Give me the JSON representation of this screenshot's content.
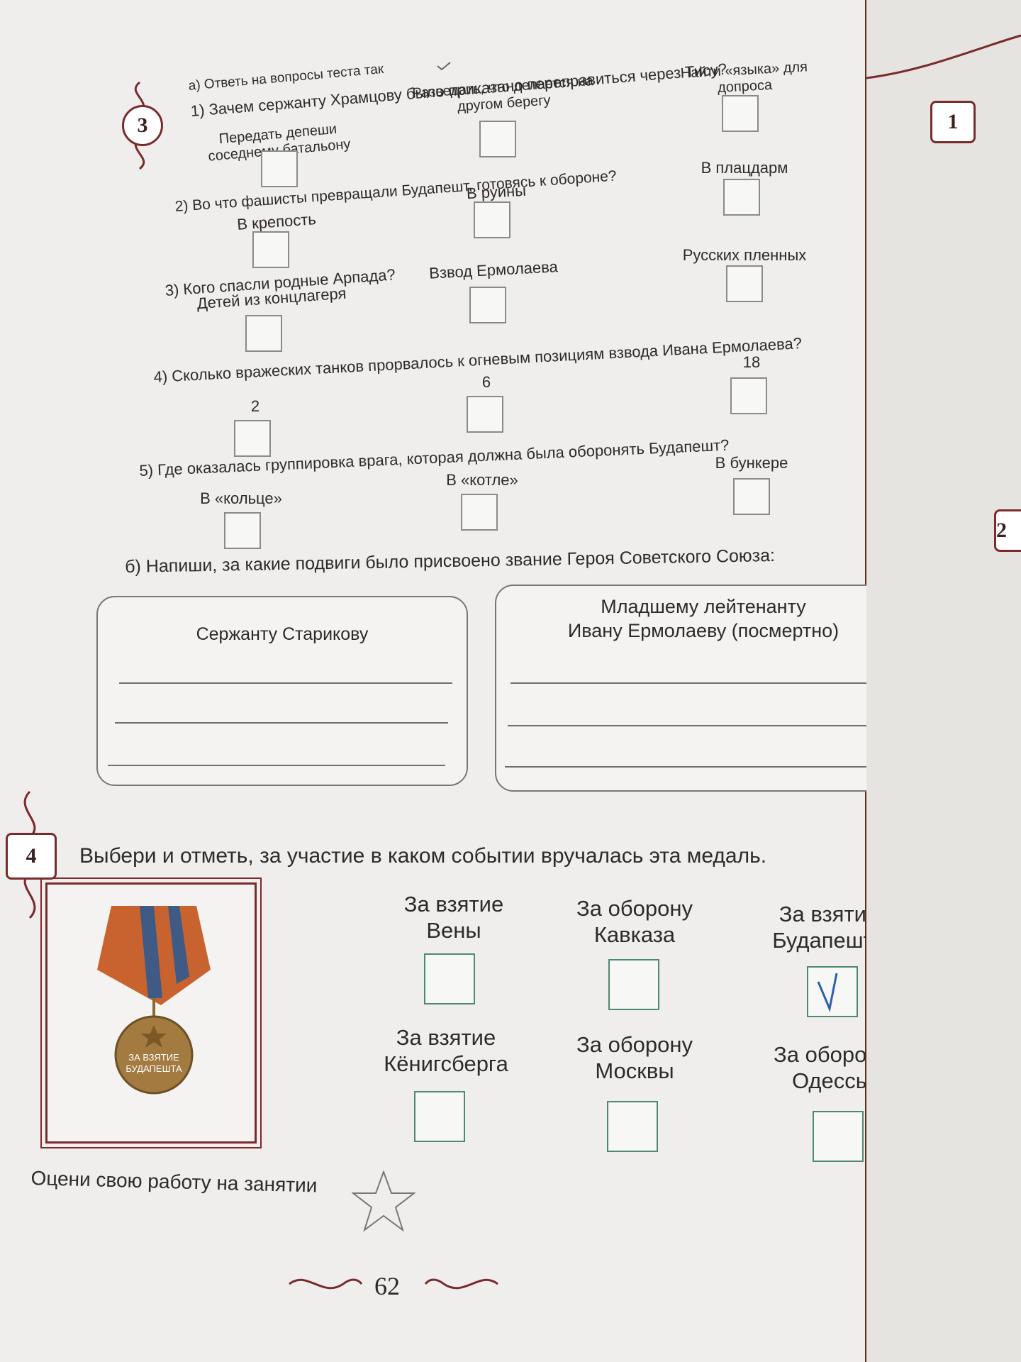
{
  "task3": {
    "number": "3",
    "intro": "а) Ответь на вопросы теста так",
    "questions": [
      {
        "text": "1) Зачем сержанту Храмцову было приказано переправиться через Тису?",
        "options": [
          "Передать депеши соседнему батальону",
          "Разведать, что делается на другом берегу",
          "Найти «языка» для допроса"
        ]
      },
      {
        "text": "2) Во что фашисты превращали Будапешт, готовясь к обороне?",
        "options": [
          "В крепость",
          "В руины",
          "В плацдарм"
        ]
      },
      {
        "text": "3) Кого спасли родные Арпада?",
        "options": [
          "Детей из концлагеря",
          "Взвод Ермолаева",
          "Русских пленных"
        ]
      },
      {
        "text": "4) Сколько вражеских танков прорвалось к огневым позициям взвода Ивана Ермолаева?",
        "options": [
          "2",
          "6",
          "18"
        ]
      },
      {
        "text": "5) Где оказалась группировка врага, которая должна была оборонять Будапешт?",
        "options": [
          "В «кольце»",
          "В «котле»",
          "В бункере"
        ]
      }
    ],
    "partb": "б) Напиши, за какие подвиги было присвоено звание Героя Советского Союза:",
    "box_left": "Сержанту Старикову",
    "box_right_1": "Младшему лейтенанту",
    "box_right_2": "Ивану Ермолаеву (посмертно)"
  },
  "task4": {
    "number": "4",
    "title": "Выбери и отметь, за участие в каком событии вручалась эта медаль.",
    "medal_text_1": "ЗА ВЗЯТИЕ",
    "medal_text_2": "БУДАПЕШТА",
    "options": [
      {
        "line1": "За взятие",
        "line2": "Вены",
        "checked": false
      },
      {
        "line1": "За оборону",
        "line2": "Кавказа",
        "checked": false
      },
      {
        "line1": "За взятие",
        "line2": "Будапешта",
        "checked": true
      },
      {
        "line1": "За взятие",
        "line2": "Кёнигсберга",
        "checked": false
      },
      {
        "line1": "За оборону",
        "line2": "Москвы",
        "checked": false
      },
      {
        "line1": "За оборону",
        "line2": "Одессы",
        "checked": false
      }
    ]
  },
  "self_assessment": "Оцени свою работу на занятии",
  "page_number": "62",
  "side_badges": [
    "1",
    "2"
  ],
  "colors": {
    "ornament": "#7a2b2b",
    "check": "#2e5fa8",
    "box_green": "#4e8a6b"
  }
}
